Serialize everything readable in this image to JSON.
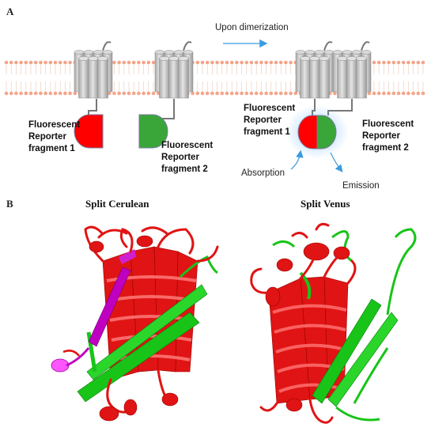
{
  "panel_a": {
    "letter": "A",
    "dimerization_label": "Upon dimerization",
    "fragment1_label": [
      "Fluorescent",
      "Reporter",
      "fragment 1"
    ],
    "fragment2_label": [
      "Fluorescent",
      "Reporter",
      "fragment 2"
    ],
    "dimer_fragment1_label": [
      "Fluorescent",
      "Reporter",
      "fragment 1"
    ],
    "dimer_fragment2_label": [
      "Fluorescent",
      "Reporter",
      "fragment 2"
    ],
    "absorption_label": "Absorption",
    "emission_label": "Emission"
  },
  "panel_b": {
    "letter": "B",
    "left_title": "Split Cerulean",
    "right_title": "Split Venus"
  },
  "colors": {
    "fragment1": "#ff0000",
    "fragment2": "#3aa63a",
    "membrane_head": "#f4a58a",
    "receptor": "#c8c8c8",
    "arrow": "#3b9be0",
    "red_strand": "#e01414",
    "green_strand": "#18c418",
    "magenta_strand": "#c000c0"
  }
}
